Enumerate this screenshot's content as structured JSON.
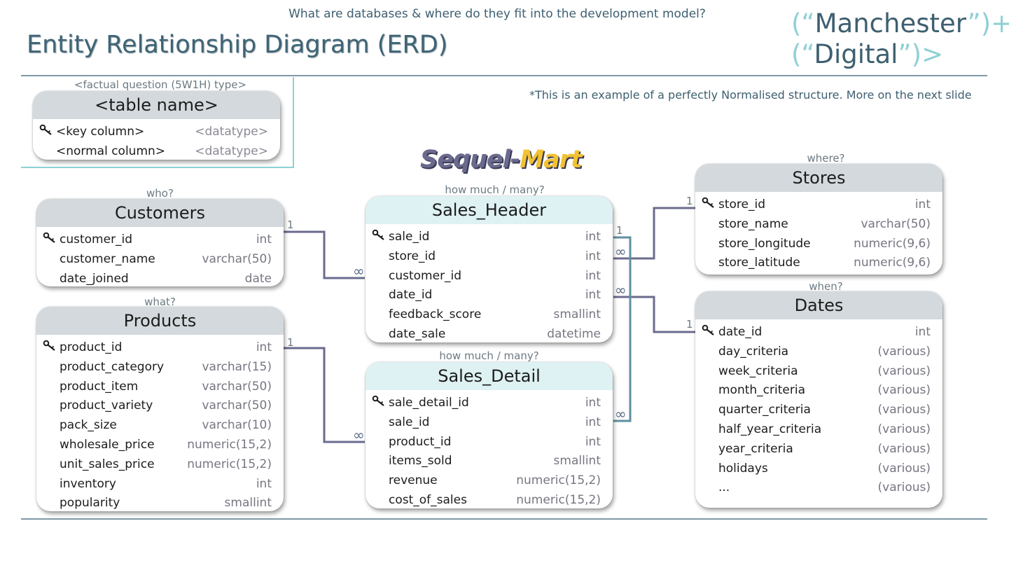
{
  "header": {
    "subtitle": "What are databases & where do they fit into the development model?",
    "title": "Entity Relationship Diagram (ERD)",
    "brand_line1_open": "(“",
    "brand_line1_word": "Manchester",
    "brand_line1_close": "”)+",
    "brand_line2_open": "(“",
    "brand_line2_word": "Digital",
    "brand_line2_close": "”)>"
  },
  "note": "*This is an example of a perfectly Normalised structure.  More on the next slide",
  "legend": {
    "caption": "<factual question (5W1H) type>",
    "table_name": "<table name>",
    "rows": [
      {
        "key": true,
        "column": "<key column>",
        "datatype": "<datatype>"
      },
      {
        "key": false,
        "column": "<normal column>",
        "datatype": "<datatype>"
      }
    ]
  },
  "logo": {
    "part1": "Sequel-",
    "part2": "Mart"
  },
  "tables": {
    "customers": {
      "question": "who?",
      "name": "Customers",
      "rows": [
        {
          "key": true,
          "column": "customer_id",
          "datatype": "int"
        },
        {
          "key": false,
          "column": "customer_name",
          "datatype": "varchar(50)"
        },
        {
          "key": false,
          "column": "date_joined",
          "datatype": "date"
        }
      ]
    },
    "products": {
      "question": "what?",
      "name": "Products",
      "rows": [
        {
          "key": true,
          "column": "product_id",
          "datatype": "int"
        },
        {
          "key": false,
          "column": "product_category",
          "datatype": "varchar(15)"
        },
        {
          "key": false,
          "column": "product_item",
          "datatype": "varchar(50)"
        },
        {
          "key": false,
          "column": "product_variety",
          "datatype": "varchar(50)"
        },
        {
          "key": false,
          "column": "pack_size",
          "datatype": "varchar(10)"
        },
        {
          "key": false,
          "column": "wholesale_price",
          "datatype": "numeric(15,2)"
        },
        {
          "key": false,
          "column": "unit_sales_price",
          "datatype": "numeric(15,2)"
        },
        {
          "key": false,
          "column": "inventory",
          "datatype": "int"
        },
        {
          "key": false,
          "column": "popularity",
          "datatype": "smallint"
        }
      ]
    },
    "sales_header": {
      "question": "how much / many?",
      "name": "Sales_Header",
      "rows": [
        {
          "key": true,
          "column": "sale_id",
          "datatype": "int"
        },
        {
          "key": false,
          "column": "store_id",
          "datatype": "int"
        },
        {
          "key": false,
          "column": "customer_id",
          "datatype": "int"
        },
        {
          "key": false,
          "column": "date_id",
          "datatype": "int"
        },
        {
          "key": false,
          "column": "feedback_score",
          "datatype": "smallint"
        },
        {
          "key": false,
          "column": "date_sale",
          "datatype": "datetime"
        }
      ]
    },
    "sales_detail": {
      "question": "how much / many?",
      "name": "Sales_Detail",
      "rows": [
        {
          "key": true,
          "column": "sale_detail_id",
          "datatype": "int"
        },
        {
          "key": false,
          "column": "sale_id",
          "datatype": "int"
        },
        {
          "key": false,
          "column": "product_id",
          "datatype": "int"
        },
        {
          "key": false,
          "column": "items_sold",
          "datatype": "smallint"
        },
        {
          "key": false,
          "column": "revenue",
          "datatype": "numeric(15,2)"
        },
        {
          "key": false,
          "column": "cost_of_sales",
          "datatype": "numeric(15,2)"
        }
      ]
    },
    "stores": {
      "question": "where?",
      "name": "Stores",
      "rows": [
        {
          "key": true,
          "column": "store_id",
          "datatype": "int"
        },
        {
          "key": false,
          "column": "store_name",
          "datatype": "varchar(50)"
        },
        {
          "key": false,
          "column": "store_longitude",
          "datatype": "numeric(9,6)"
        },
        {
          "key": false,
          "column": "store_latitude",
          "datatype": "numeric(9,6)"
        }
      ]
    },
    "dates": {
      "question": "when?",
      "name": "Dates",
      "rows": [
        {
          "key": true,
          "column": "date_id",
          "datatype": "int"
        },
        {
          "key": false,
          "column": "day_criteria",
          "datatype": "(various)"
        },
        {
          "key": false,
          "column": "week_criteria",
          "datatype": "(various)"
        },
        {
          "key": false,
          "column": "month_criteria",
          "datatype": "(various)"
        },
        {
          "key": false,
          "column": "quarter_criteria",
          "datatype": "(various)"
        },
        {
          "key": false,
          "column": "half_year_criteria",
          "datatype": "(various)"
        },
        {
          "key": false,
          "column": "year_criteria",
          "datatype": "(various)"
        },
        {
          "key": false,
          "column": "holidays",
          "datatype": "(various)"
        },
        {
          "key": false,
          "column": "...",
          "datatype": "(various)"
        }
      ]
    }
  },
  "cardinality": {
    "one": "1",
    "many": "∞"
  },
  "colors": {
    "line_purple": "#6b6b8f",
    "line_teal": "#5f8fa0",
    "header_fact": "#def1f3",
    "header_dim": "#d3d9dc"
  }
}
